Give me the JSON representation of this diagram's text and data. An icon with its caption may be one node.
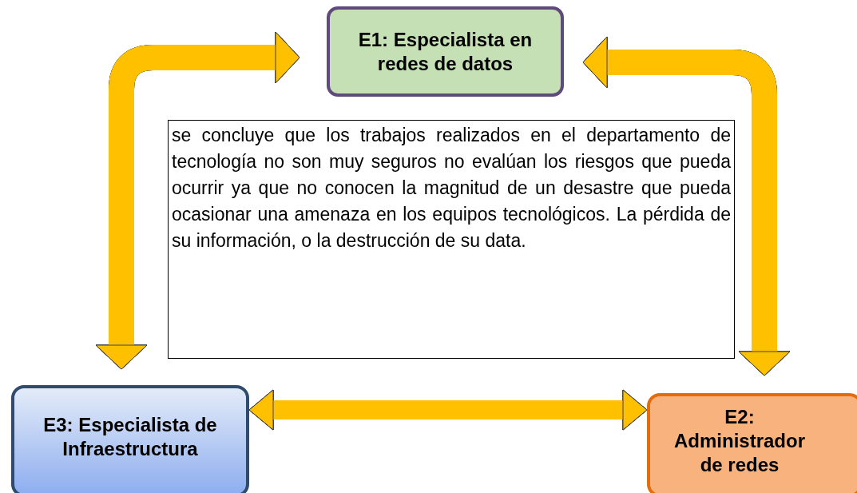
{
  "diagram": {
    "nodes": [
      {
        "text": [
          "E1: Especialista en redes de datos"
        ]
      },
      {
        "text": [
          "se concluye que los trabajos realizados en el departamento de tecnología no son muy seguros no evalúan los riesgos que pueda ocurrir ya que no conocen la magnitud de un desastre que pueda ocasionar una amenaza en los equipos tecnológicos. La pérdida de su información, o la destrucción de su data."
        ]
      },
      {
        "text": [
          "E3: Especialista de Infraestructura"
        ]
      },
      {
        "text": [
          "E2: Administrador de redes"
        ]
      }
    ],
    "edges": [
      {
        "from": 0,
        "to": 2,
        "arrow": "both"
      },
      {
        "from": 0,
        "to": 3,
        "arrow": "both"
      },
      {
        "from": 2,
        "to": 3,
        "arrow": "both"
      }
    ]
  }
}
